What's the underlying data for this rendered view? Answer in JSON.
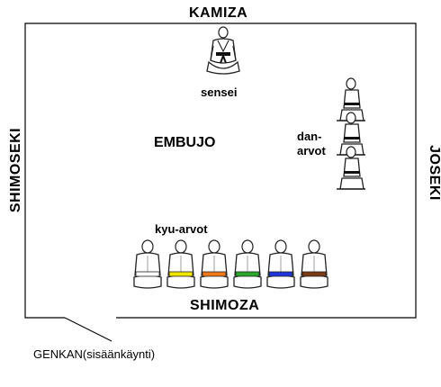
{
  "labels": {
    "kamiza": "KAMIZA",
    "shimoza": "SHIMOZA",
    "shimoseki": "SHIMOSEKI",
    "joseki": "JOSEKI",
    "embujo": "EMBUJO",
    "sensei": "sensei",
    "dan_line1": "dan-",
    "dan_line2": "arvot",
    "kyu": "kyu-arvot",
    "genkan": "GENKAN",
    "genkan_note": "(sisäänkäynti)"
  },
  "colors": {
    "wall": "#000000",
    "figure": "#1a1a1a",
    "skin": "#ffffff",
    "belts": [
      "#ffffff",
      "#f2e600",
      "#f07a1a",
      "#2aa82a",
      "#2036d8",
      "#7a3b12"
    ]
  },
  "figures": {
    "sensei": "kneeling-sensei-icon",
    "dan": "kneeling-profile-icon",
    "kyu": "kneeling-back-icon"
  }
}
